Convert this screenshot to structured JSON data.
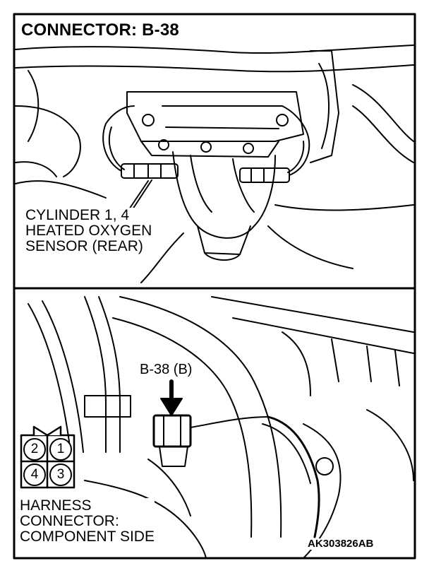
{
  "title": "CONNECTOR: B-38",
  "sensor_label": {
    "line1": "CYLINDER 1, 4",
    "line2": "HEATED OXYGEN",
    "line3": "SENSOR (REAR)"
  },
  "connector_callout": "B-38 (B)",
  "connector_pins": [
    "2",
    "1",
    "4",
    "3"
  ],
  "harness_label": {
    "line1": "HARNESS",
    "line2": "CONNECTOR:",
    "line3": "COMPONENT SIDE"
  },
  "figure_code": "AK303826AB",
  "colors": {
    "ink": "#000000",
    "paper": "#ffffff"
  }
}
